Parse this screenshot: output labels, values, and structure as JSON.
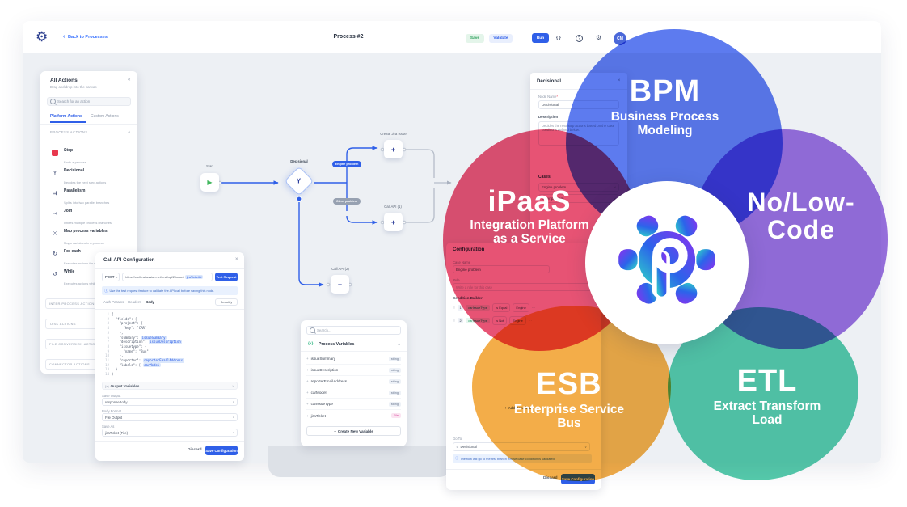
{
  "colors": {
    "accent_blue": "#2f5fe8",
    "link_blue": "#2f6bff",
    "green": "#2da05c",
    "red": "#e8384e",
    "canvas_bg": "#edf0f4",
    "gray_edge": "#b6bdc9"
  },
  "icons": {
    "logo": "⚙",
    "back": "‹",
    "collapse": "«",
    "chev_up": "∧",
    "chev_down": "∨",
    "help": "?",
    "settings": "⚙",
    "braces": "{ }",
    "close": "×",
    "dots": "⋯",
    "decisional": "Y",
    "parallelism": "⇉",
    "join": "Y",
    "map": "(x)",
    "foreach": "↻",
    "while": "↺",
    "play": "▶",
    "node": "+",
    "info": "ⓘ",
    "drag": "⠿",
    "plus": "+",
    "sort": "⇅",
    "var": "{x}"
  },
  "topbar": {
    "back": "Back to Processes",
    "title": "Process #2",
    "save": "Save",
    "validate": "Validate",
    "run": "Run",
    "avatar": "CM"
  },
  "sidebar": {
    "title": "All Actions",
    "subtitle": "Drag and drop into the canvas",
    "search_placeholder": "Search for an action",
    "tabs": {
      "platform": "Platform Actions",
      "custom": "Custom Actions"
    },
    "section": "PROCESS ACTIONS",
    "items": [
      {
        "name": "Stop",
        "desc": "Ends a process"
      },
      {
        "name": "Decisional",
        "desc": "Decides the next step actions"
      },
      {
        "name": "Parallelism",
        "desc": "Splits into two parallel branches"
      },
      {
        "name": "Join",
        "desc": "Unites multiple process branches"
      },
      {
        "name": "Map process variables",
        "desc": "Maps variables in a process"
      },
      {
        "name": "For each",
        "desc": "Executes actions for each item"
      },
      {
        "name": "While",
        "desc": "Executes actions while condition is true"
      }
    ],
    "collapsed": [
      "INTER-PROCESS ACTIONS",
      "TASK ACTIONS",
      "FILE CONVERSION ACTIONS",
      "CONNECTOR ACTIONS"
    ]
  },
  "canvas": {
    "start": "Start",
    "decisional": "Decisional",
    "create_jira": "Create Jira Issue",
    "call_api_1": "Call API (1)",
    "call_api_2": "Call API (2)",
    "pill_engine": "Engine problem",
    "pill_other": "Other problem"
  },
  "api_modal": {
    "title": "Call API Configuration",
    "method": "POST",
    "url": "https://carfix.atlassian.net/rest/api/2/issue/",
    "url_var": "jiraTicketId",
    "test_button": "Test Request",
    "banner": "Use the test request feature to validate the API call before saving this node.",
    "tabs": {
      "auth": "Auth Params",
      "headers": "Headers",
      "body": "Body"
    },
    "beautify": "Beautify",
    "code": {
      "lines": [
        {
          "n": "1",
          "pre": "{",
          "var": ""
        },
        {
          "n": "2",
          "pre": "  \"fields\": {",
          "var": ""
        },
        {
          "n": "3",
          "pre": "    \"project\": {",
          "var": ""
        },
        {
          "n": "4",
          "pre": "      \"key\": \"CAR\"",
          "var": ""
        },
        {
          "n": "5",
          "pre": "    },",
          "var": ""
        },
        {
          "n": "6",
          "pre": "    \"summary\": ",
          "var": "issueSummary"
        },
        {
          "n": "7",
          "pre": "    \"description\": ",
          "var": "issueDescription"
        },
        {
          "n": "8",
          "pre": "    \"issuetype\": {",
          "var": ""
        },
        {
          "n": "9",
          "pre": "      \"name\": \"Bug\"",
          "var": ""
        },
        {
          "n": "10",
          "pre": "    },",
          "var": ""
        },
        {
          "n": "11",
          "pre": "    \"reporter\": ",
          "var": "reporterEmailAddress"
        },
        {
          "n": "12",
          "pre": "    \"labels\": [ ",
          "var": "carModel"
        },
        {
          "n": "13",
          "pre": "  }",
          "var": ""
        },
        {
          "n": "14",
          "pre": "}",
          "var": ""
        }
      ]
    },
    "output_section": "Output Variables",
    "fields": [
      {
        "label": "Save Output",
        "value": "responseBody"
      },
      {
        "label": "Body Format",
        "value": "File Output"
      },
      {
        "label": "Save As",
        "value": "jiraTicket (File)"
      }
    ],
    "discard": "Discard",
    "save": "Save Configuration"
  },
  "variables_panel": {
    "search_placeholder": "Search...",
    "header": "Process Variables",
    "vars": [
      {
        "name": "issueSummary",
        "type": "string"
      },
      {
        "name": "issueDescription",
        "type": "string"
      },
      {
        "name": "reporterEmailAddress",
        "type": "string"
      },
      {
        "name": "carModel",
        "type": "string"
      },
      {
        "name": "carIssueType",
        "type": "string"
      },
      {
        "name": "jiraTicket",
        "type": "File"
      }
    ],
    "create_button": "Create New Variable"
  },
  "decisional_panel": {
    "title": "Decisional",
    "name_label": "Node Name",
    "required_mark": "*",
    "name_value": "Decisional",
    "desc_label": "Description",
    "desc_value": "Decides the next step actions based on the case conditions defined below.",
    "cases_label": "Cases:"
  },
  "config_panel": {
    "title": "Configuration",
    "case_name_label": "Case Name",
    "case_name_value": "Engine problem",
    "rule_label": "Rule",
    "rule_placeholder": "Write a rule for this case",
    "builder_label": "Condition Builder",
    "conditions": [
      {
        "n": "1",
        "var": "carIssueType",
        "op": "Is Equal",
        "val": "Engine"
      },
      {
        "n": "2",
        "var": "carIssueType",
        "op": "Is Not",
        "val": "Engine"
      }
    ],
    "add_condition": "Add Condition",
    "goto_label": "Go To",
    "goto_value": "Decisional",
    "note": "The flow will go to the first branch whose case condition is validated.",
    "discard": "Discard",
    "save": "Save Configuration"
  },
  "venn": {
    "petals": [
      {
        "abbr": "BPM",
        "line1": "Business Process",
        "line2": "Modeling",
        "color": "#5071ee"
      },
      {
        "abbr": "iPaaS",
        "line1": "Integration Platform",
        "line2": "as a Service",
        "color": "#e64669"
      },
      {
        "abbr": "No/Low-",
        "line1": "Code",
        "line2": "",
        "color": "#9266de"
      },
      {
        "abbr": "ESB",
        "line1": "Enterprise Service",
        "line2": "Bus",
        "color": "#f2a73b"
      },
      {
        "abbr": "ETL",
        "line1": "Extract Transform",
        "line2": "Load",
        "color": "#48c7a6"
      }
    ]
  }
}
